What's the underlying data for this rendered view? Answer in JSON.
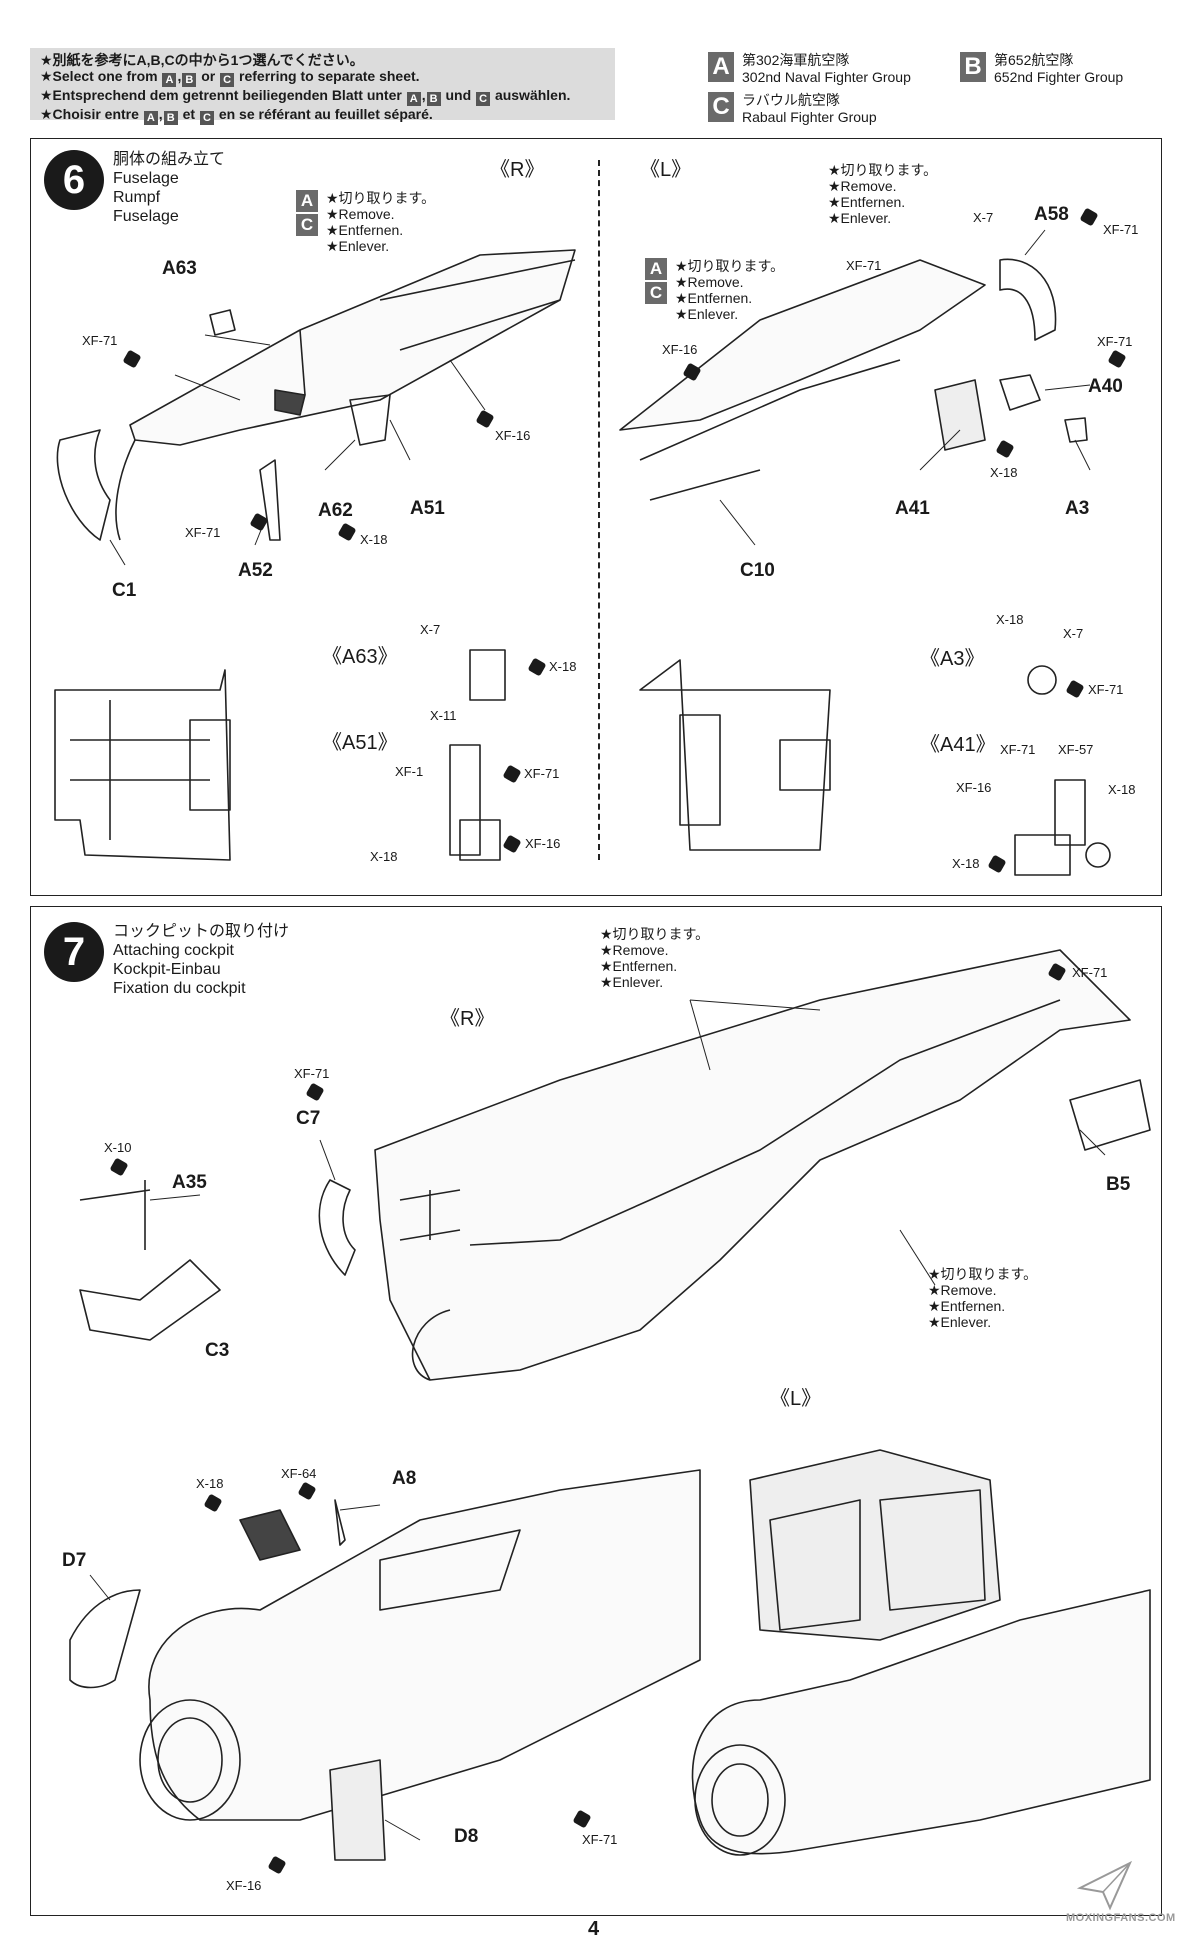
{
  "header": {
    "notes": [
      "★別紙を参考にA,B,Cの中から1つ選んでください。",
      "★Select one from",
      "or",
      "referring to separate sheet.",
      "★Entsprechend dem getrennt beiliegenden Blatt unter",
      "und",
      "auswählen.",
      "★Choisir entre",
      "et",
      "en se référant au feuillet séparé."
    ],
    "groups": [
      {
        "letter": "A",
        "jp": "第302海軍航空隊",
        "en": "302nd Naval Fighter Group"
      },
      {
        "letter": "B",
        "jp": "第652航空隊",
        "en": "652nd Fighter Group"
      },
      {
        "letter": "C",
        "jp": "ラバウル航空隊",
        "en": "Rabaul Fighter Group"
      }
    ]
  },
  "step6": {
    "number": "6",
    "title_jp": "胴体の組み立て",
    "title_en": "Fuselage",
    "title_de": "Rumpf",
    "title_fr": "Fuselage",
    "side_r": "《R》",
    "side_l": "《L》",
    "remove": {
      "jp": "★切り取ります。",
      "en": "★Remove.",
      "de": "★Entfernen.",
      "fr": "★Enlever."
    },
    "parts": [
      "A63",
      "C1",
      "A52",
      "A62",
      "A51",
      "C10",
      "A41",
      "A3",
      "A40",
      "A58"
    ],
    "paints": [
      "XF-71",
      "XF-16",
      "X-18",
      "X-7",
      "X-11",
      "XF-1",
      "XF-57"
    ],
    "details": [
      "《A63》",
      "《A51》",
      "《A3》",
      "《A41》"
    ]
  },
  "step7": {
    "number": "7",
    "title_jp": "コックピットの取り付け",
    "title_en": "Attaching cockpit",
    "title_de": "Kockpit-Einbau",
    "title_fr": "Fixation du cockpit",
    "side_r": "《R》",
    "side_l": "《L》",
    "parts": [
      "C7",
      "A35",
      "C3",
      "B5",
      "A8",
      "D7",
      "D8"
    ],
    "paints": [
      "XF-71",
      "X-10",
      "X-18",
      "XF-64",
      "XF-16"
    ]
  },
  "footer": {
    "page": "4",
    "watermark": "MOXINGFANS.COM"
  }
}
